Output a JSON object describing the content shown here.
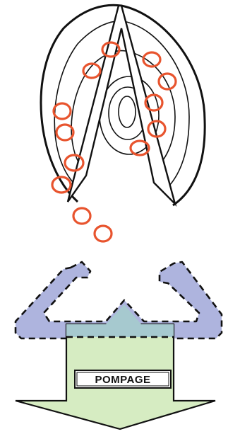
{
  "labels": {
    "pump": "POMPAGE"
  },
  "colors": {
    "background": "#ffffff",
    "contour_line": "#111111",
    "bubble": "#e8542e",
    "channel_fill": "#aeb4de",
    "channel_overlap": "#a6c9cf",
    "arrow_fill": "#d6ecc2",
    "arrow_stroke": "#111111",
    "label_fill": "#ffffff",
    "label_text": "#111111"
  },
  "icons": {
    "reservoir": "nested-oval-contours",
    "bubbles": "orange-ring-circles",
    "flow_channel": "dashed-w-channel",
    "pump_arrow": "down-arrow"
  }
}
